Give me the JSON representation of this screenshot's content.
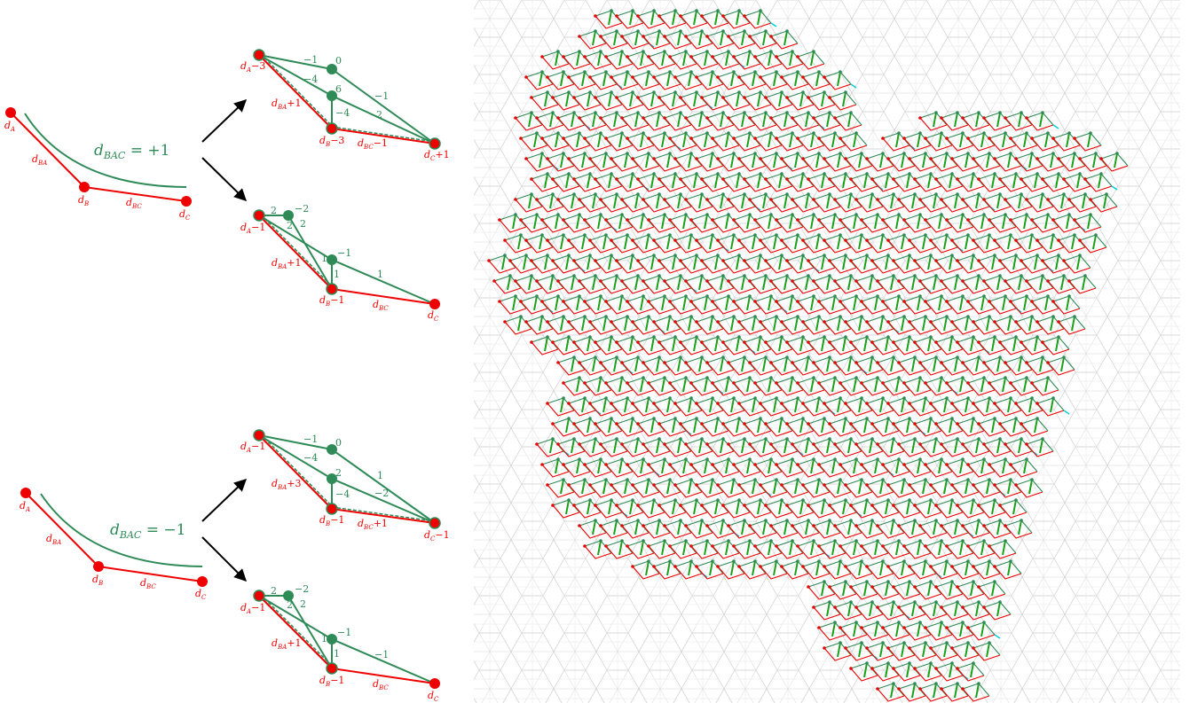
{
  "colors": {
    "red": "#ee0000",
    "green": "#2e8b57",
    "arrow": "#000000",
    "grid": "#cfcfcf",
    "cyan": "#00d0d8",
    "bright_green": "#18a018"
  },
  "left_panel": {
    "top": {
      "title": "d_BAC = +1",
      "title_parts": {
        "d": "d",
        "sub": "BAC",
        "rest": " = +1"
      },
      "labels": {
        "A": "A",
        "B": "B",
        "C": "C",
        "BA": "BA",
        "BC": "BC"
      },
      "upper_result": {
        "labels": {
          "dA": "−3",
          "dBA": "+1",
          "dB": "−3",
          "dBC": "−1",
          "dC": "+1"
        },
        "edge_numbers": [
          "−1",
          "0",
          "−4",
          "6",
          "−1",
          "−4",
          "2"
        ]
      },
      "lower_result": {
        "labels": {
          "dA": "−1",
          "dBA": "+1",
          "dB": "−1",
          "dBC": "",
          "dC": ""
        },
        "edge_numbers": [
          "2",
          "−2",
          "2",
          "2",
          "1",
          "−1",
          "1",
          "1"
        ]
      }
    },
    "bottom": {
      "title": "d_BAC = −1",
      "title_parts": {
        "d": "d",
        "sub": "BAC",
        "rest": " = −1"
      },
      "labels": {
        "A": "A",
        "B": "B",
        "C": "C",
        "BA": "BA",
        "BC": "BC"
      },
      "upper_result": {
        "labels": {
          "dA": "−1",
          "dBA": "+3",
          "dB": "−1",
          "dBC": "+1",
          "dC": "−1"
        },
        "edge_numbers": [
          "−1",
          "0",
          "−4",
          "2",
          "1",
          "−4",
          "−2"
        ]
      },
      "lower_result": {
        "labels": {
          "dA": "−1",
          "dBA": "+1",
          "dB": "−1",
          "dBC": "",
          "dC": ""
        },
        "edge_numbers": [
          "2",
          "−2",
          "2",
          "2",
          "1",
          "−1",
          "1",
          "−1"
        ]
      }
    }
  },
  "right_panel": {
    "description_visible": false
  }
}
